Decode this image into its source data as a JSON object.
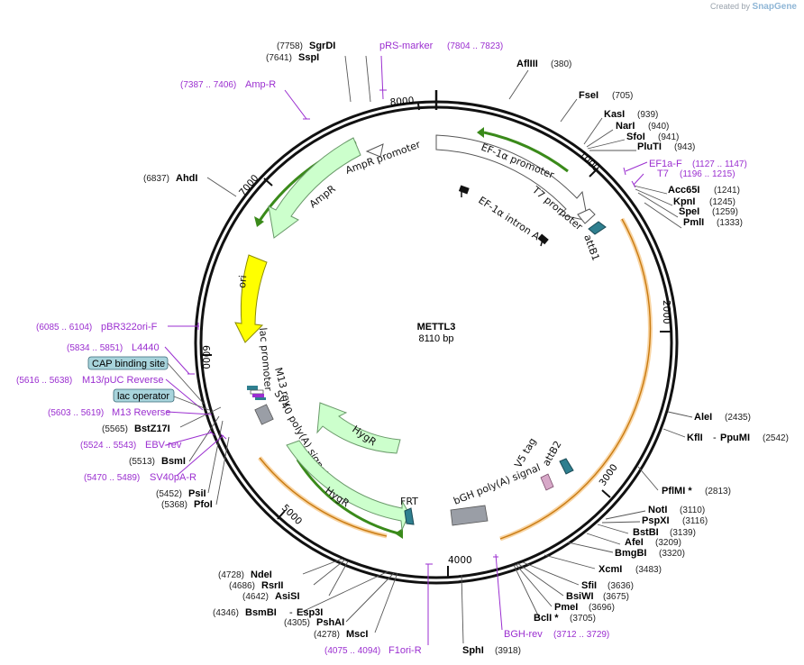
{
  "brand": {
    "created_by": "Created by",
    "name": "SnapGene"
  },
  "plasmid": {
    "name": "METTL3",
    "size": "8110 bp"
  },
  "ticks": [
    "1000",
    "2000",
    "3000",
    "4000",
    "5000",
    "6000",
    "7000",
    "8000"
  ],
  "features": {
    "ef1a_promoter": "EF-1α promoter",
    "ef1a_intron": "EF-1α intron A",
    "t7_promoter": "T7 promoter",
    "attb1": "attB1",
    "ampr": "AmpR",
    "ampr_promoter": "AmpR promoter",
    "ori": "ori",
    "lac_promoter": "lac promoter",
    "m13_rev": "M13 rev",
    "sv40_polya": "SV40 poly(A) signal",
    "hygr1": "HygR",
    "hygr2": "HygR",
    "frt": "FRT",
    "bgh_polya": "bGH poly(A) signal",
    "v5_tag": "V5 tag",
    "attb2": "attB2"
  },
  "sites": {
    "sgrdi": {
      "pos": "(7758)",
      "name": "SgrDI"
    },
    "sspi": {
      "pos": "(7641)",
      "name": "SspI"
    },
    "prs_marker": {
      "name": "pRS-marker",
      "pos": "(7804 .. 7823)"
    },
    "aflii": {
      "name": "AflIII",
      "pos": "(380)"
    },
    "ampr_p": {
      "pos": "(7387 .. 7406)",
      "name": "Amp-R"
    },
    "fsei": {
      "name": "FseI",
      "pos": "(705)"
    },
    "kasi": {
      "name": "KasI",
      "pos": "(939)"
    },
    "nari": {
      "name": "NarI",
      "pos": "(940)"
    },
    "sfoi": {
      "name": "SfoI",
      "pos": "(941)"
    },
    "plutI": {
      "name": "PluTI",
      "pos": "(943)"
    },
    "ef1af": {
      "name": "EF1a-F",
      "pos": "(1127 .. 1147)"
    },
    "t7": {
      "name": "T7",
      "pos": "(1196 .. 1215)"
    },
    "acc65i": {
      "name": "Acc65I",
      "pos": "(1241)"
    },
    "kpni": {
      "name": "KpnI",
      "pos": "(1245)"
    },
    "spei": {
      "name": "SpeI",
      "pos": "(1259)"
    },
    "pmli": {
      "name": "PmlI",
      "pos": "(1333)"
    },
    "ahdi": {
      "pos": "(6837)",
      "name": "AhdI"
    },
    "pbr322": {
      "pos": "(6085 .. 6104)",
      "name": "pBR322ori-F"
    },
    "l4440": {
      "pos": "(5834 .. 5851)",
      "name": "L4440"
    },
    "cap": {
      "name": "CAP binding site"
    },
    "m13puc": {
      "pos": "(5616 .. 5638)",
      "name": "M13/pUC Reverse"
    },
    "lacop": {
      "name": "lac operator"
    },
    "m13r": {
      "pos": "(5603 .. 5619)",
      "name": "M13 Reverse"
    },
    "bstz17i": {
      "pos": "(5565)",
      "name": "BstZ17I"
    },
    "ebvrev": {
      "pos": "(5524 .. 5543)",
      "name": "EBV-rev"
    },
    "bsmi": {
      "pos": "(5513)",
      "name": "BsmI"
    },
    "sv40pa": {
      "pos": "(5470 .. 5489)",
      "name": "SV40pA-R"
    },
    "psii": {
      "pos": "(5452)",
      "name": "PsiI"
    },
    "pfoi": {
      "pos": "(5368)",
      "name": "PfoI"
    },
    "alei": {
      "name": "AleI",
      "pos": "(2435)"
    },
    "kfli": {
      "name": "KflI",
      "name2": "PpuMI",
      "pos": "(2542)"
    },
    "pflmi": {
      "name": "PflMI *",
      "pos": "(2813)"
    },
    "noti": {
      "name": "NotI",
      "pos": "(3110)"
    },
    "pspxi": {
      "name": "PspXI",
      "pos": "(3116)"
    },
    "bstbi": {
      "name": "BstBI",
      "pos": "(3139)"
    },
    "afei": {
      "name": "AfeI",
      "pos": "(3209)"
    },
    "bmgbi": {
      "name": "BmgBI",
      "pos": "(3320)"
    },
    "xcmi": {
      "name": "XcmI",
      "pos": "(3483)"
    },
    "sfii": {
      "name": "SfiI",
      "pos": "(3636)"
    },
    "bsiwi": {
      "name": "BsiWI",
      "pos": "(3675)"
    },
    "pmei": {
      "name": "PmeI",
      "pos": "(3696)"
    },
    "bcli": {
      "name": "BclI *",
      "pos": "(3705)"
    },
    "bghrev": {
      "name": "BGH-rev",
      "pos": "(3712 .. 3729)"
    },
    "sphi": {
      "name": "SphI",
      "pos": "(3918)"
    },
    "f1ori": {
      "pos": "(4075 .. 4094)",
      "name": "F1ori-R"
    },
    "msci": {
      "pos": "(4278)",
      "name": "MscI"
    },
    "pshai": {
      "pos": "(4305)",
      "name": "PshAI"
    },
    "bsmbi": {
      "pos": "(4346)",
      "name": "BsmBI",
      "name2": "Esp3I"
    },
    "asisi": {
      "pos": "(4642)",
      "name": "AsiSI"
    },
    "rsrii": {
      "pos": "(4686)",
      "name": "RsrII"
    },
    "ndei": {
      "pos": "(4728)",
      "name": "NdeI"
    }
  },
  "colors": {
    "backbone": "#111111",
    "orf_arrow": "#ccffcc",
    "orf_outline": "#6a9a6a",
    "ori_yellow": "#ffff00",
    "orf_green_bar": "#3a8a1a",
    "orange_arc": "#f0a030",
    "primer_purple": "#9b2fd0",
    "box_teal": "#a8d4dc"
  }
}
